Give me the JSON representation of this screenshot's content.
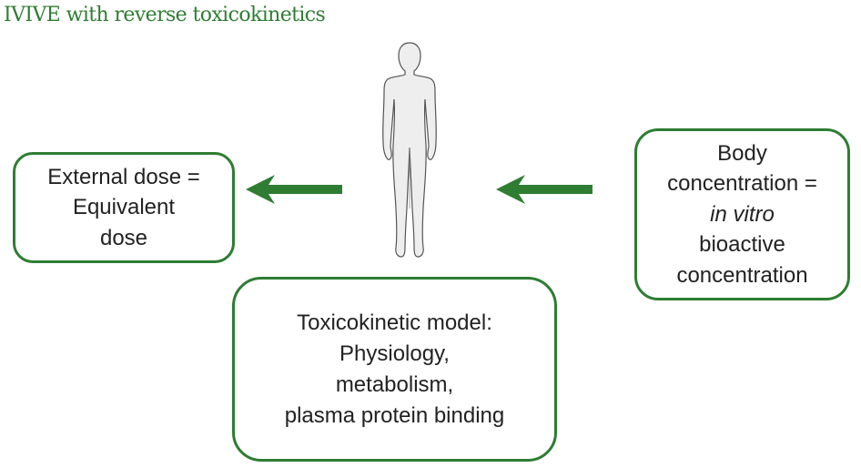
{
  "title": "IVIVE with reverse toxicokinetics",
  "colors": {
    "accent": "#2e7d32",
    "text": "#222222",
    "figure_fill": "#eeeeee",
    "figure_stroke": "#555555"
  },
  "nodes": {
    "external_dose": {
      "lines": [
        "External dose =",
        "Equivalent",
        "dose"
      ]
    },
    "body_concentration": {
      "lines": [
        "Body",
        "concentration =",
        "in vitro",
        "bioactive",
        "concentration"
      ],
      "italic_line_index": 2
    },
    "toxicokinetic_model": {
      "lines": [
        "Toxicokinetic model:",
        "Physiology,",
        "metabolism,",
        "plasma protein binding"
      ]
    }
  },
  "figure": {
    "icon": "human-body-icon"
  },
  "edges": [
    {
      "from": "body_concentration",
      "to": "human_body",
      "direction": "left"
    },
    {
      "from": "human_body",
      "to": "external_dose",
      "direction": "left"
    }
  ]
}
